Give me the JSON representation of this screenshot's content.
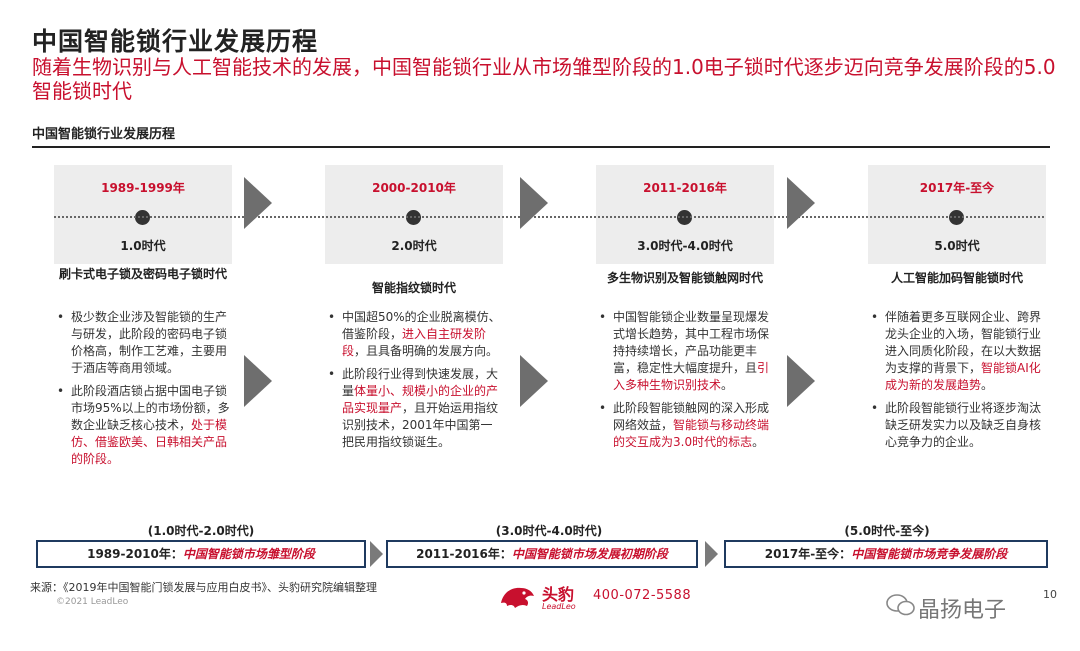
{
  "title": "中国智能锁行业发展历程",
  "subtitle": "随着生物识别与人工智能技术的发展，中国智能锁行业从市场雏型阶段的1.0电子锁时代逐步迈向竞争发展阶段的5.0智能锁时代",
  "section_label": "中国智能锁行业发展历程",
  "columns": [
    {
      "period": "1989-1999年",
      "era": "1.0时代",
      "title": "刷卡式电子锁及密码电子锁时代",
      "bullets": [
        {
          "parts": [
            {
              "text": "极少数企业涉及智能锁的生产与研发，此阶段的密码电子锁价格高，制作工艺难，主要用于酒店等商用领域。",
              "red": false
            }
          ]
        },
        {
          "parts": [
            {
              "text": "此阶段酒店锁占据中国电子锁市场95%以上的市场份额，多数企业缺乏核心技术，",
              "red": false
            },
            {
              "text": "处于模仿、借鉴欧美、日韩相关产品的阶段。",
              "red": true
            }
          ]
        }
      ]
    },
    {
      "period": "2000-2010年",
      "era": "2.0时代",
      "title": "智能指纹锁时代",
      "bullets": [
        {
          "parts": [
            {
              "text": "中国超50%的企业脱离模仿、借鉴阶段，",
              "red": false
            },
            {
              "text": "进入自主研发阶段",
              "red": true
            },
            {
              "text": "，且具备明确的发展方向。",
              "red": false
            }
          ]
        },
        {
          "parts": [
            {
              "text": "此阶段行业得到快速发展，大量",
              "red": false
            },
            {
              "text": "体量小、规模小的企业的产品实现量产",
              "red": true
            },
            {
              "text": "，且开始运用指纹识别技术，2001年中国第一把民用指纹锁诞生。",
              "red": false
            }
          ]
        }
      ]
    },
    {
      "period": "2011-2016年",
      "era": "3.0时代-4.0时代",
      "title": "多生物识别及智能锁触网时代",
      "bullets": [
        {
          "parts": [
            {
              "text": "中国智能锁企业数量呈现爆发式增长趋势，其中工程市场保持持续增长，产品功能更丰富，稳定性大幅度提升，且",
              "red": false
            },
            {
              "text": "引入多种生物识别技术",
              "red": true
            },
            {
              "text": "。",
              "red": false
            }
          ]
        },
        {
          "parts": [
            {
              "text": "此阶段智能锁触网的深入形成网络效益，",
              "red": false
            },
            {
              "text": "智能锁与移动终端的交互成为3.0时代的标志",
              "red": true
            },
            {
              "text": "。",
              "red": false
            }
          ]
        }
      ]
    },
    {
      "period": "2017年-至今",
      "era": "5.0时代",
      "title": "人工智能加码智能锁时代",
      "bullets": [
        {
          "parts": [
            {
              "text": "伴随着更多互联网企业、跨界龙头企业的入场，智能锁行业进入同质化阶段，在以大数据为支撑的背景下，",
              "red": false
            },
            {
              "text": "智能锁AI化成为新的发展趋势",
              "red": true
            },
            {
              "text": "。",
              "red": false
            }
          ]
        },
        {
          "parts": [
            {
              "text": "此阶段智能锁行业将逐步淘汰缺乏研发实力以及缺乏自身核心竞争力的企业。",
              "red": false
            }
          ]
        }
      ]
    }
  ],
  "stages": [
    {
      "era_range": "(1.0时代-2.0时代)",
      "label": "1989-2010年：",
      "stage": "中国智能锁市场雏型阶段"
    },
    {
      "era_range": "(3.0时代-4.0时代)",
      "label": "2011-2016年：",
      "stage": "中国智能锁市场发展初期阶段"
    },
    {
      "era_range": "(5.0时代-至今)",
      "label": "2017年-至今：",
      "stage": "中国智能锁市场竞争发展阶段"
    }
  ],
  "footer": {
    "source": "来源：《2019年中国智能门锁发展与应用白皮书》、头豹研究院编辑整理",
    "copyright": "©2021 LeadLeo",
    "brand": "头豹",
    "brand_sub": "LeadLeo",
    "phone": "400-072-5588",
    "watermark": "晶扬电子",
    "page_number": "10"
  },
  "colors": {
    "accent": "#c8102e",
    "head_bg": "#ededed",
    "arrow": "#6e6e6e",
    "box_border": "#1f3a5f"
  },
  "icons": [
    "chevron-right-icon",
    "leadleo-logo-icon",
    "wechat-icon"
  ]
}
